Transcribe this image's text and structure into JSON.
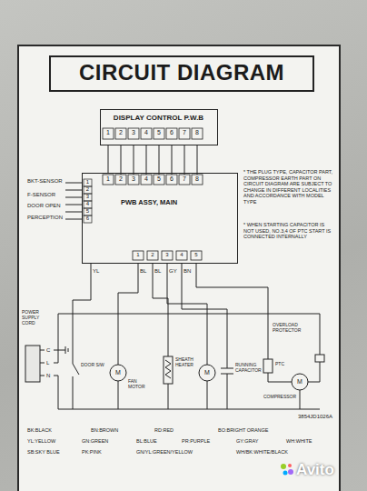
{
  "diagram": {
    "title": "CIRCUIT DIAGRAM",
    "nodes": [
      {
        "text": [
          "DISPLAY CONTROL P.W.B"
        ]
      },
      {
        "text": [
          "PWB ASSY, MAIN"
        ]
      }
    ],
    "edges": [
      {
        "from": 0,
        "to": 1,
        "arrow": "none"
      }
    ],
    "labels": [
      "1",
      "2",
      "3",
      "4",
      "5",
      "6",
      "7",
      "8",
      "1",
      "2",
      "3",
      "4",
      "5",
      "6",
      "7",
      "8",
      "BKT-SENSOR",
      "F-SENSOR",
      "DOOR OPEN",
      "PERCEPTION",
      "1",
      "2",
      "3",
      "4",
      "5",
      "6",
      "1",
      "2",
      "3",
      "4",
      "5",
      "YL",
      "BL",
      "BL",
      "GY",
      "BN",
      "* THE PLUG TYPE, CAPACITOR PART, COMPRESSOR EARTH PART ON CIRCUIT DIAGRAM ARE SUBJECT TO CHANGE IN DIFFERENT LOCALITIES AND ACCORDANCE WITH MODEL TYPE",
      "* WHEN STARTING CAPACITOR IS NOT USED, NO.3,4 OF PTC START IS CONNECTED INTERNALLY",
      "POWER SUPPLY CORD",
      "C",
      "L",
      "N",
      "DOOR S/W",
      "M",
      "FAN MOTOR",
      "SHEATH HEATER",
      "M",
      "RUNNING CAPACITOR",
      "PTC",
      "M",
      "COMPRESSOR",
      "OVERLOAD PROTECTOR",
      "3854JD1026A",
      "BK:BLACK",
      "BN:BROWN",
      "RD:RED",
      "BO:BRIGHT ORANGE",
      "YL:YELLOW",
      "GN:GREEN",
      "BL:BLUE",
      "PR:PURPLE",
      "GY:GRAY",
      "WH:WHITE",
      "SB:SKY BLUE",
      "PK:PINK",
      "GN/YL:GREEN/YELLOW",
      "WH/BK:WHITE/BLACK",
      "Avito"
    ]
  }
}
